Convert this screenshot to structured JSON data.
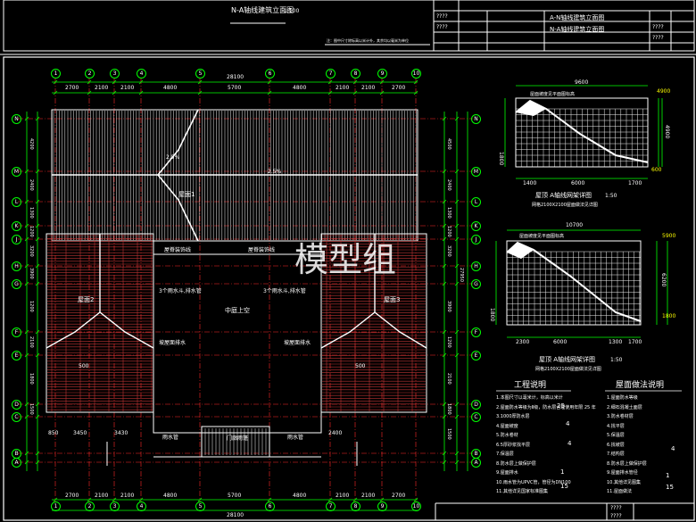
{
  "top_sheet": {
    "title": "N-A轴线建筑立面图",
    "scale": "1:100",
    "note_line": "注：图中尺寸除标高以米计外，其余均以毫米为单位",
    "title_block_right_lines": [
      "A-N轴线建筑立面图",
      "N-A轴线建筑立面图"
    ],
    "small_labels": [
      "????",
      "????",
      "????",
      "????"
    ]
  },
  "grid_axes_top": [
    "1",
    "2",
    "3",
    "4",
    "5",
    "6",
    "7",
    "8",
    "9",
    "10"
  ],
  "grid_axes_left": [
    "N",
    "M",
    "L",
    "K",
    "J",
    "H",
    "G",
    "F",
    "E",
    "D",
    "C",
    "B",
    "A"
  ],
  "grid_axes_right": [
    "N",
    "M",
    "L",
    "K",
    "J",
    "H",
    "G",
    "F",
    "E",
    "D",
    "C",
    "B",
    "A"
  ],
  "dims_top": {
    "total": "28100",
    "segments": [
      "2700",
      "2100",
      "2100",
      "4800",
      "5700",
      "4800",
      "2100",
      "2100",
      "2700"
    ]
  },
  "dims_bottom": {
    "total": "28100",
    "segments": [
      "2700",
      "2100",
      "2100",
      "4800",
      "5700",
      "4800",
      "2100",
      "2100",
      "2700"
    ]
  },
  "dims_left": [
    "4200",
    "2400",
    "1300",
    "1200",
    "3200",
    "3900",
    "1200",
    "2100",
    "1800",
    "1500"
  ],
  "dims_right": [
    "4500",
    "2400",
    "1300",
    "1200",
    "3200",
    "27950",
    "3900",
    "1200",
    "2100",
    "1800",
    "1500"
  ],
  "plan_labels": {
    "roof_top": "屋面1",
    "roof_left": "屋面2",
    "roof_right": "屋面3",
    "center": "中庭上空",
    "slope_top": "2.5%",
    "slope_mid": "2.5%",
    "gutter_left": "屋脊装饰线",
    "gutter_right": "屋脊装饰线",
    "down_left": "3个雨水斗,排水管",
    "down_right": "3个雨水斗,排水管",
    "slope_left": "坡屋面排水",
    "slope_right": "坡屋面排水",
    "entry": "门廊雨篷",
    "rain_l": "雨水管",
    "rain_r": "雨水管",
    "dim_500_left": "500",
    "dim_500_right": "500",
    "dim_3450": "3450",
    "dim_850": "850",
    "dim_3430": "3430",
    "dim_2400": "2400"
  },
  "watermark": "模型组",
  "detail1": {
    "title": "屋顶 A轴线网架详图",
    "scale": "1:50",
    "subtitle": "网格2100X2100屋面做法见详图",
    "top_dim": "9600",
    "bottom_dims": [
      "1400",
      "6000",
      "1700"
    ],
    "side_dims": [
      "1800",
      "4900"
    ],
    "note": "屋面坡度见平面图标高",
    "right_marks": [
      "4900",
      "600"
    ]
  },
  "detail2": {
    "title": "屋顶 A轴线网架详图",
    "scale": "1:50",
    "subtitle": "网格2100X2100屋面做法见详图",
    "top_dim": "10700",
    "bottom_dims": [
      "2300",
      "6000",
      "1300",
      "1700"
    ],
    "side_dims": [
      "1800",
      "6200"
    ],
    "note": "屋面坡度见平面图标高",
    "right_marks": [
      "5900",
      "1800"
    ]
  },
  "notes_left": {
    "heading": "工程说明",
    "items": [
      "1.本图尺寸以毫米计，标高以米计",
      "2.屋面防水等级为Ⅱ级，防水层合理使用年限 25 年",
      "3.1000厚防水层",
      "4.屋面坡度",
      "5.防水卷材",
      "6.5厚砂浆找平层",
      "7.保温层",
      "8.防水层上做保护层",
      "9.屋面排水",
      "10.雨水管为UPVC管，管径为DN100",
      "11.其他详见国家标准图集"
    ],
    "numbers": [
      "25",
      "4",
      "4",
      "1",
      "15"
    ]
  },
  "notes_right": {
    "heading": "屋面做法说明",
    "items": [
      "1.屋面防水等级",
      "2.细石混凝土面层",
      "3.防水卷材层",
      "4.找平层",
      "5.保温层",
      "6.找坡层",
      "7.结构层",
      "8.防水层上做保护层",
      "9.屋面排水管径",
      "10.其他详见图集",
      "11.屋面做法"
    ],
    "numbers": [
      "4",
      "1",
      "15"
    ]
  },
  "bottom_title_block": {
    "labels": [
      "????",
      "????"
    ]
  },
  "colors": {
    "background": "#000000",
    "frame": "#ffffff",
    "grid": "#00ff00",
    "axis_line": "#ff0000",
    "roof_hatch": "#ffffff",
    "roof_hatch_red": "#cc3333",
    "text_yellow": "#ffff00",
    "text_cyan": "#00ffff"
  }
}
